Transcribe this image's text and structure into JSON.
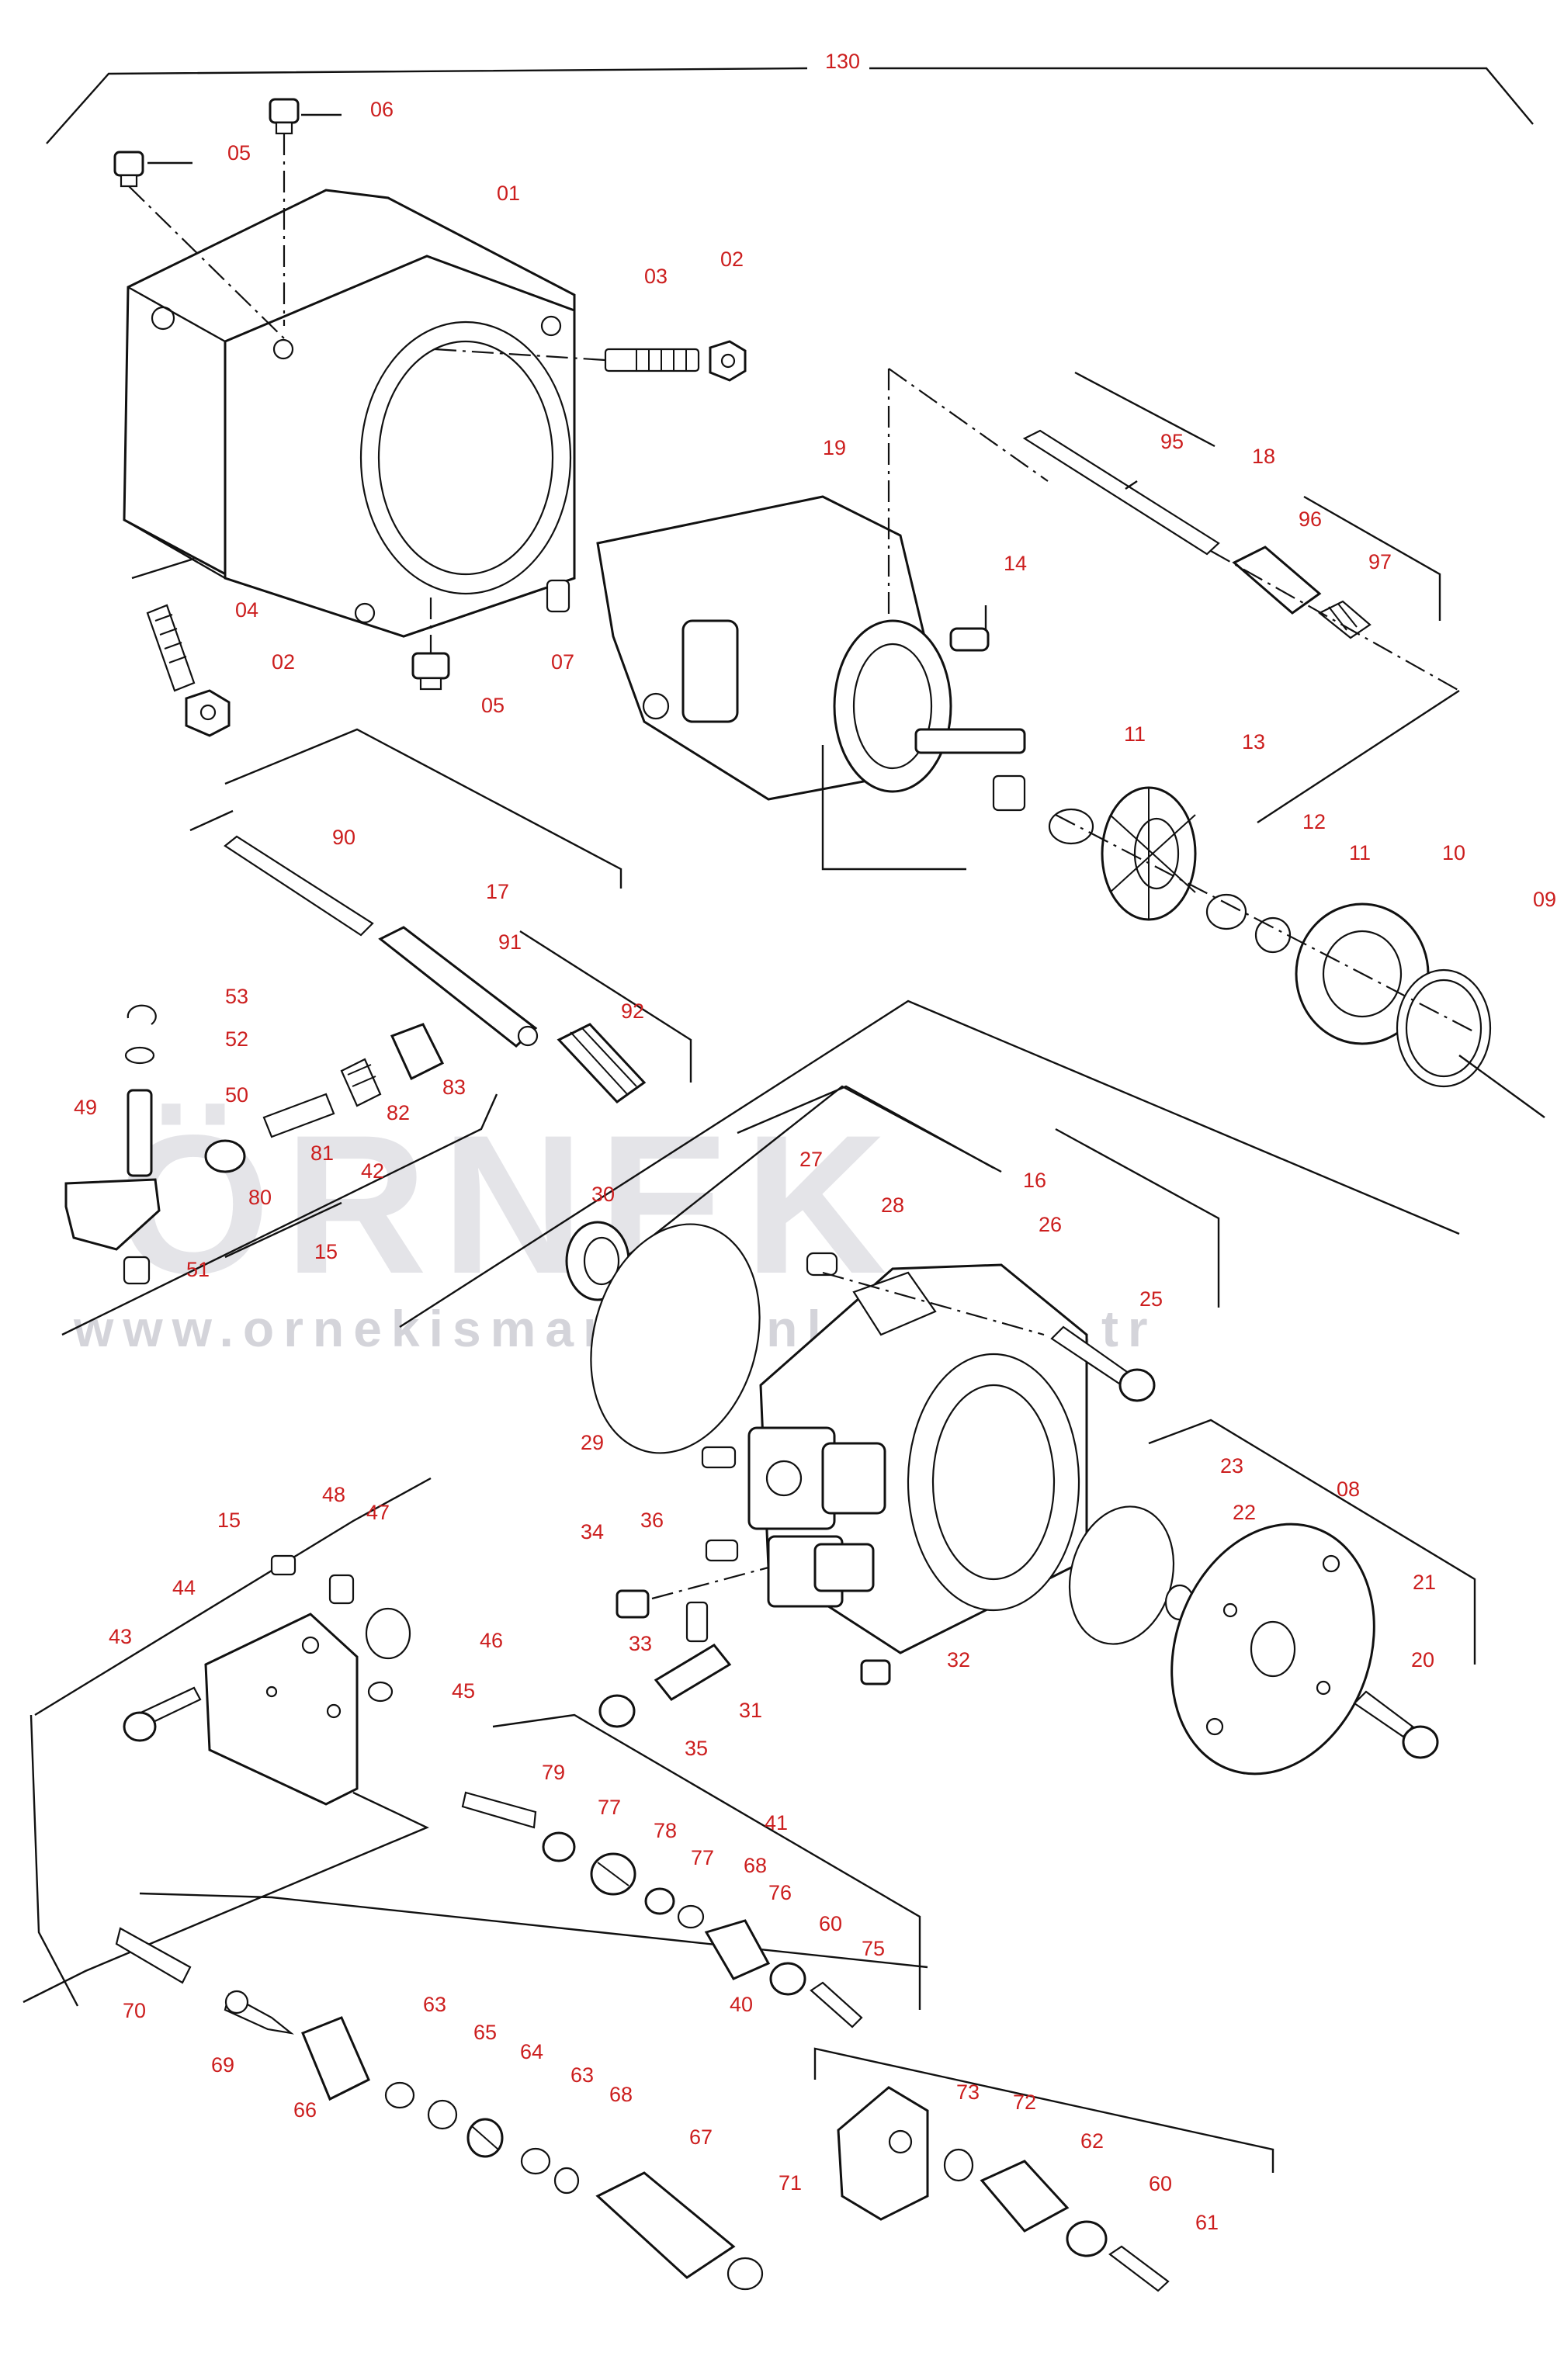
{
  "diagram": {
    "labels": [
      {
        "id": "l130",
        "text": "130"
      },
      {
        "id": "l06",
        "text": "06"
      },
      {
        "id": "l05a",
        "text": "05"
      },
      {
        "id": "l01",
        "text": "01"
      },
      {
        "id": "l03",
        "text": "03"
      },
      {
        "id": "l02a",
        "text": "02"
      },
      {
        "id": "l95",
        "text": "95"
      },
      {
        "id": "l18",
        "text": "18"
      },
      {
        "id": "l19",
        "text": "19"
      },
      {
        "id": "l96",
        "text": "96"
      },
      {
        "id": "l97",
        "text": "97"
      },
      {
        "id": "l04",
        "text": "04"
      },
      {
        "id": "l02b",
        "text": "02"
      },
      {
        "id": "l07",
        "text": "07"
      },
      {
        "id": "l05b",
        "text": "05"
      },
      {
        "id": "l14",
        "text": "14"
      },
      {
        "id": "l11a",
        "text": "11"
      },
      {
        "id": "l13",
        "text": "13"
      },
      {
        "id": "l12",
        "text": "12"
      },
      {
        "id": "l11b",
        "text": "11"
      },
      {
        "id": "l10",
        "text": "10"
      },
      {
        "id": "l09",
        "text": "09"
      },
      {
        "id": "l90",
        "text": "90"
      },
      {
        "id": "l17",
        "text": "17"
      },
      {
        "id": "l91",
        "text": "91"
      },
      {
        "id": "l92",
        "text": "92"
      },
      {
        "id": "l53",
        "text": "53"
      },
      {
        "id": "l52",
        "text": "52"
      },
      {
        "id": "l50",
        "text": "50"
      },
      {
        "id": "l49",
        "text": "49"
      },
      {
        "id": "l83",
        "text": "83"
      },
      {
        "id": "l82",
        "text": "82"
      },
      {
        "id": "l81",
        "text": "81"
      },
      {
        "id": "l42",
        "text": "42"
      },
      {
        "id": "l80",
        "text": "80"
      },
      {
        "id": "l15a",
        "text": "15"
      },
      {
        "id": "l51",
        "text": "51"
      },
      {
        "id": "l27",
        "text": "27"
      },
      {
        "id": "l16",
        "text": "16"
      },
      {
        "id": "l30",
        "text": "30"
      },
      {
        "id": "l28",
        "text": "28"
      },
      {
        "id": "l26",
        "text": "26"
      },
      {
        "id": "l25",
        "text": "25"
      },
      {
        "id": "l29",
        "text": "29"
      },
      {
        "id": "l23",
        "text": "23"
      },
      {
        "id": "l08",
        "text": "08"
      },
      {
        "id": "l22",
        "text": "22"
      },
      {
        "id": "l21",
        "text": "21"
      },
      {
        "id": "l20",
        "text": "20"
      },
      {
        "id": "l15b",
        "text": "15"
      },
      {
        "id": "l48",
        "text": "48"
      },
      {
        "id": "l47",
        "text": "47"
      },
      {
        "id": "l34",
        "text": "34"
      },
      {
        "id": "l36",
        "text": "36"
      },
      {
        "id": "l44",
        "text": "44"
      },
      {
        "id": "l46",
        "text": "46"
      },
      {
        "id": "l43",
        "text": "43"
      },
      {
        "id": "l45",
        "text": "45"
      },
      {
        "id": "l33",
        "text": "33"
      },
      {
        "id": "l32",
        "text": "32"
      },
      {
        "id": "l31",
        "text": "31"
      },
      {
        "id": "l35",
        "text": "35"
      },
      {
        "id": "l79",
        "text": "79"
      },
      {
        "id": "l77a",
        "text": "77"
      },
      {
        "id": "l78",
        "text": "78"
      },
      {
        "id": "l41",
        "text": "41"
      },
      {
        "id": "l77b",
        "text": "77"
      },
      {
        "id": "l68a",
        "text": "68"
      },
      {
        "id": "l76",
        "text": "76"
      },
      {
        "id": "l60a",
        "text": "60"
      },
      {
        "id": "l75",
        "text": "75"
      },
      {
        "id": "l40",
        "text": "40"
      },
      {
        "id": "l70",
        "text": "70"
      },
      {
        "id": "l69",
        "text": "69"
      },
      {
        "id": "l63a",
        "text": "63"
      },
      {
        "id": "l65",
        "text": "65"
      },
      {
        "id": "l64",
        "text": "64"
      },
      {
        "id": "l66",
        "text": "66"
      },
      {
        "id": "l63b",
        "text": "63"
      },
      {
        "id": "l68b",
        "text": "68"
      },
      {
        "id": "l73",
        "text": "73"
      },
      {
        "id": "l72",
        "text": "72"
      },
      {
        "id": "l62",
        "text": "62"
      },
      {
        "id": "l67",
        "text": "67"
      },
      {
        "id": "l60b",
        "text": "60"
      },
      {
        "id": "l71",
        "text": "71"
      },
      {
        "id": "l61",
        "text": "61"
      }
    ]
  },
  "watermark": {
    "brand": "ÖRNEK",
    "url": "www.ornekismarkusanlari.com.tr"
  }
}
